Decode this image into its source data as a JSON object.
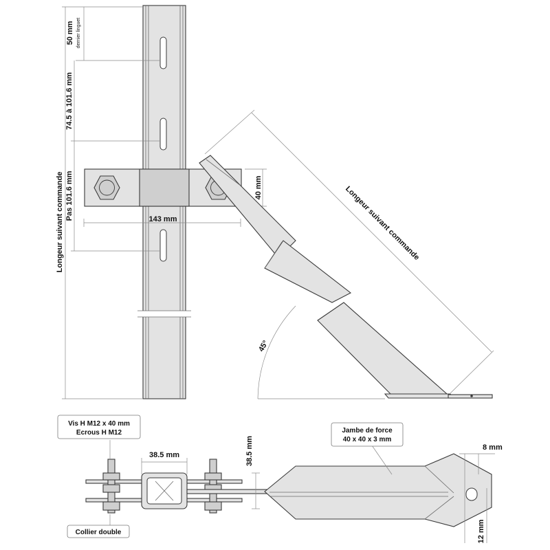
{
  "labels": {
    "dim_50": "50 mm",
    "dernier_linguet": "dernier linguet",
    "dim_74_5": "74.5 à 101.6 mm",
    "pas": "Pas 101.6 mm",
    "longueur_left": "Longeur suivant commande",
    "longueur_diag": "Longeur suivant commande",
    "dim_143": "143 mm",
    "dim_40": "40 mm",
    "angle_45": "45°",
    "vis": "Vis H M12 x 40 mm",
    "ecrous": "Ecrous H M12",
    "collier": "Collier double",
    "dim_38_5_h": "38.5 mm",
    "dim_38_5_v": "38.5 mm",
    "jambe_title": "Jambe de force",
    "jambe_size": "40 x 40 x 3 mm",
    "dim_8": "8 mm",
    "dim_12": "12 mm"
  }
}
